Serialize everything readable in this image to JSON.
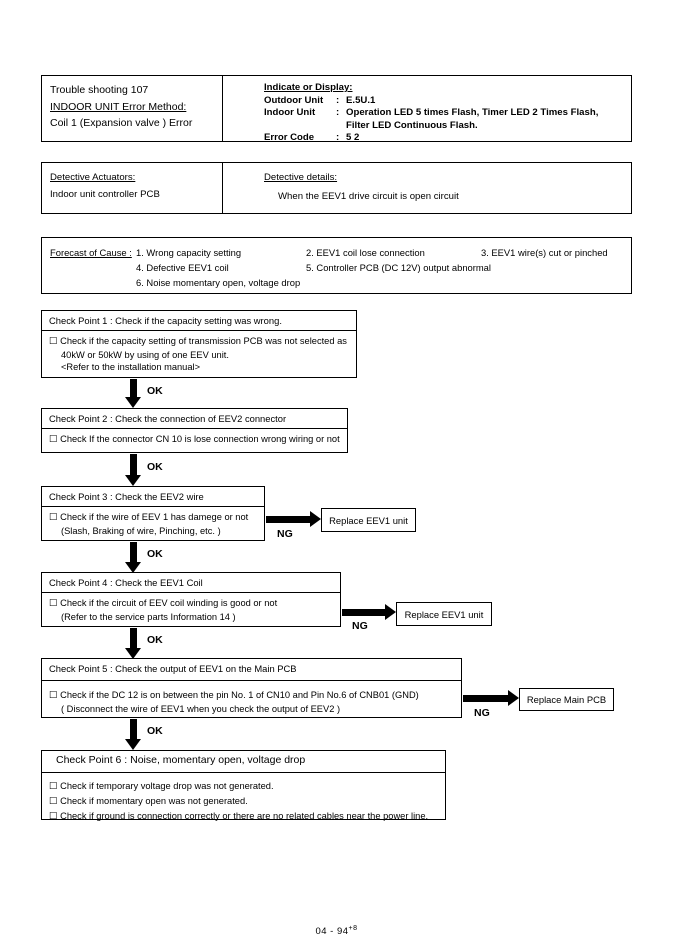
{
  "header": {
    "left": {
      "title": "Trouble shooting  107",
      "method": "INDOOR UNIT Error Method:",
      "error": "Coil 1 (Expansion valve ) Error"
    },
    "right": {
      "heading": "Indicate or Display:",
      "rows": [
        {
          "label": "Outdoor Unit",
          "colon": ":",
          "value": "E.5U.1"
        },
        {
          "label": "Indoor Unit",
          "colon": ":",
          "value": "Operation LED 5 times Flash, Timer LED 2 Times Flash,"
        },
        {
          "label": "",
          "colon": "",
          "value": "Filter LED Continuous Flash."
        },
        {
          "label": "Error Code",
          "colon": ":",
          "value": "5 2"
        }
      ],
      "continuation": "Filter LED Continuous Flash."
    }
  },
  "actuators": {
    "heading": "Detective Actuators:",
    "value": "Indoor unit controller PCB",
    "details_heading": "Detective details:",
    "details_value": "When the EEV1 drive circuit is open circuit"
  },
  "forecast": {
    "title": "Forecast of Cause :",
    "items": [
      "1. Wrong capacity setting",
      "2. EEV1 coil lose connection",
      "3. EEV1 wire(s) cut or pinched",
      "4. Defective EEV1 coil",
      "5. Controller  PCB (DC 12V) output abnormal",
      "6. Noise momentary open, voltage drop"
    ]
  },
  "checkpoints": [
    {
      "title": "Check Point 1 : Check if the capacity setting was wrong.",
      "lines": [
        "Check if the capacity setting of transmission PCB was not selected as",
        "40kW or 50kW by using of one EEV unit.",
        "<Refer to the installation manual>"
      ]
    },
    {
      "title": "Check Point 2 : Check the connection of  EEV2 connector",
      "lines": [
        "Check If the connector CN 10 is lose connection wrong wiring or not"
      ]
    },
    {
      "title": "Check Point 3 : Check the EEV2 wire",
      "lines": [
        "Check if the wire of EEV 1 has damege or not",
        "(Slash, Braking of wire, Pinching, etc. )"
      ]
    },
    {
      "title": "Check Point 4 : Check the EEV1 Coil",
      "lines": [
        "Check if the circuit of EEV coil winding is good or not",
        "(Refer to the service parts Information 14 )"
      ]
    },
    {
      "title": "Check Point 5 : Check the output of EEV1 on the Main PCB",
      "lines": [
        "Check if the DC 12 is on between the pin No. 1 of CN10 and Pin No.6 of CNB01 (GND)",
        "( Disconnect the wire of EEV1 when you check the output of EEV2 )"
      ]
    },
    {
      "title": "Check Point 6 : Noise, momentary open, voltage drop",
      "lines": [
        "Check if temporary voltage drop was not generated.",
        "Check if momentary open was not generated.",
        "Check if ground is connection correctly or there are no related cables near the power line."
      ]
    }
  ],
  "flags": {
    "ok": "OK",
    "ng": "NG"
  },
  "actions": [
    {
      "label": "Replace EEV1 unit"
    },
    {
      "label": "Replace EEV1 unit"
    },
    {
      "label": "Replace Main PCB"
    }
  ],
  "footer": {
    "page": "04 - 94",
    "revision": "+8"
  },
  "colors": {
    "ink": "#000000",
    "paper": "#ffffff"
  }
}
